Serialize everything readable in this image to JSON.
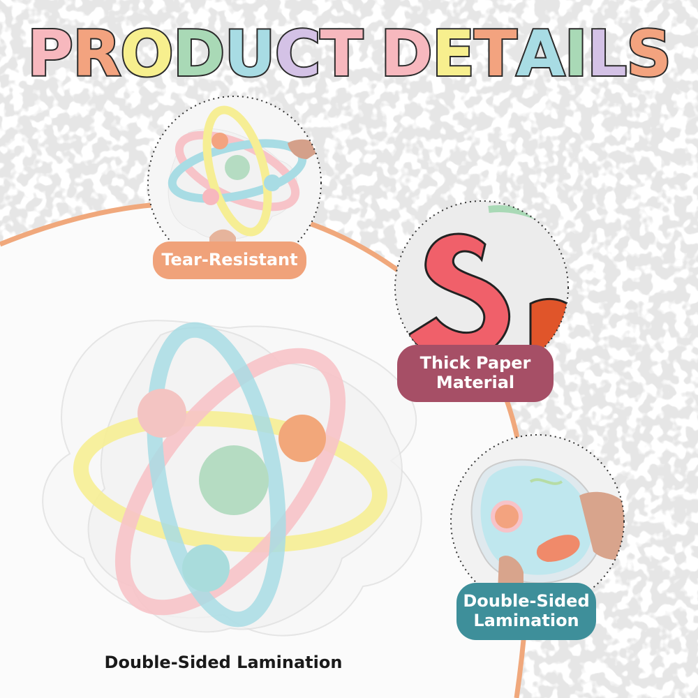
{
  "title": {
    "letters": [
      "P",
      "R",
      "O",
      "D",
      "U",
      "C",
      "T",
      " ",
      "D",
      "E",
      "T",
      "A",
      "I",
      "L",
      "S"
    ],
    "colors": [
      "#f7b8be",
      "#f3a37f",
      "#f7ef8e",
      "#a9d9b6",
      "#a8dce4",
      "#d4c2e6",
      "#f7b8be",
      "",
      "#f7b8be",
      "#f7ef8e",
      "#f3a37f",
      "#a8dce4",
      "#a9d9b6",
      "#d4c2e6",
      "#f3a37f"
    ]
  },
  "features": {
    "tear_resistant": "Tear-Resistant",
    "thick_paper": "Thick Paper Material",
    "double_sided": "Double-Sided Lamination"
  },
  "caption": "Double-Sided Lamination",
  "colors": {
    "background": "#ececec",
    "arc": "#f0a87c",
    "pastel_blue": "#a8dce4",
    "pastel_pink": "#f7c3c8",
    "pastel_yellow": "#f6ee94",
    "pastel_orange": "#f3a37f",
    "pastel_green": "#a9d9b6"
  },
  "icons": [
    "atom-cutout-icon",
    "letter-s-cutout-icon",
    "cell-cutout-icon"
  ]
}
